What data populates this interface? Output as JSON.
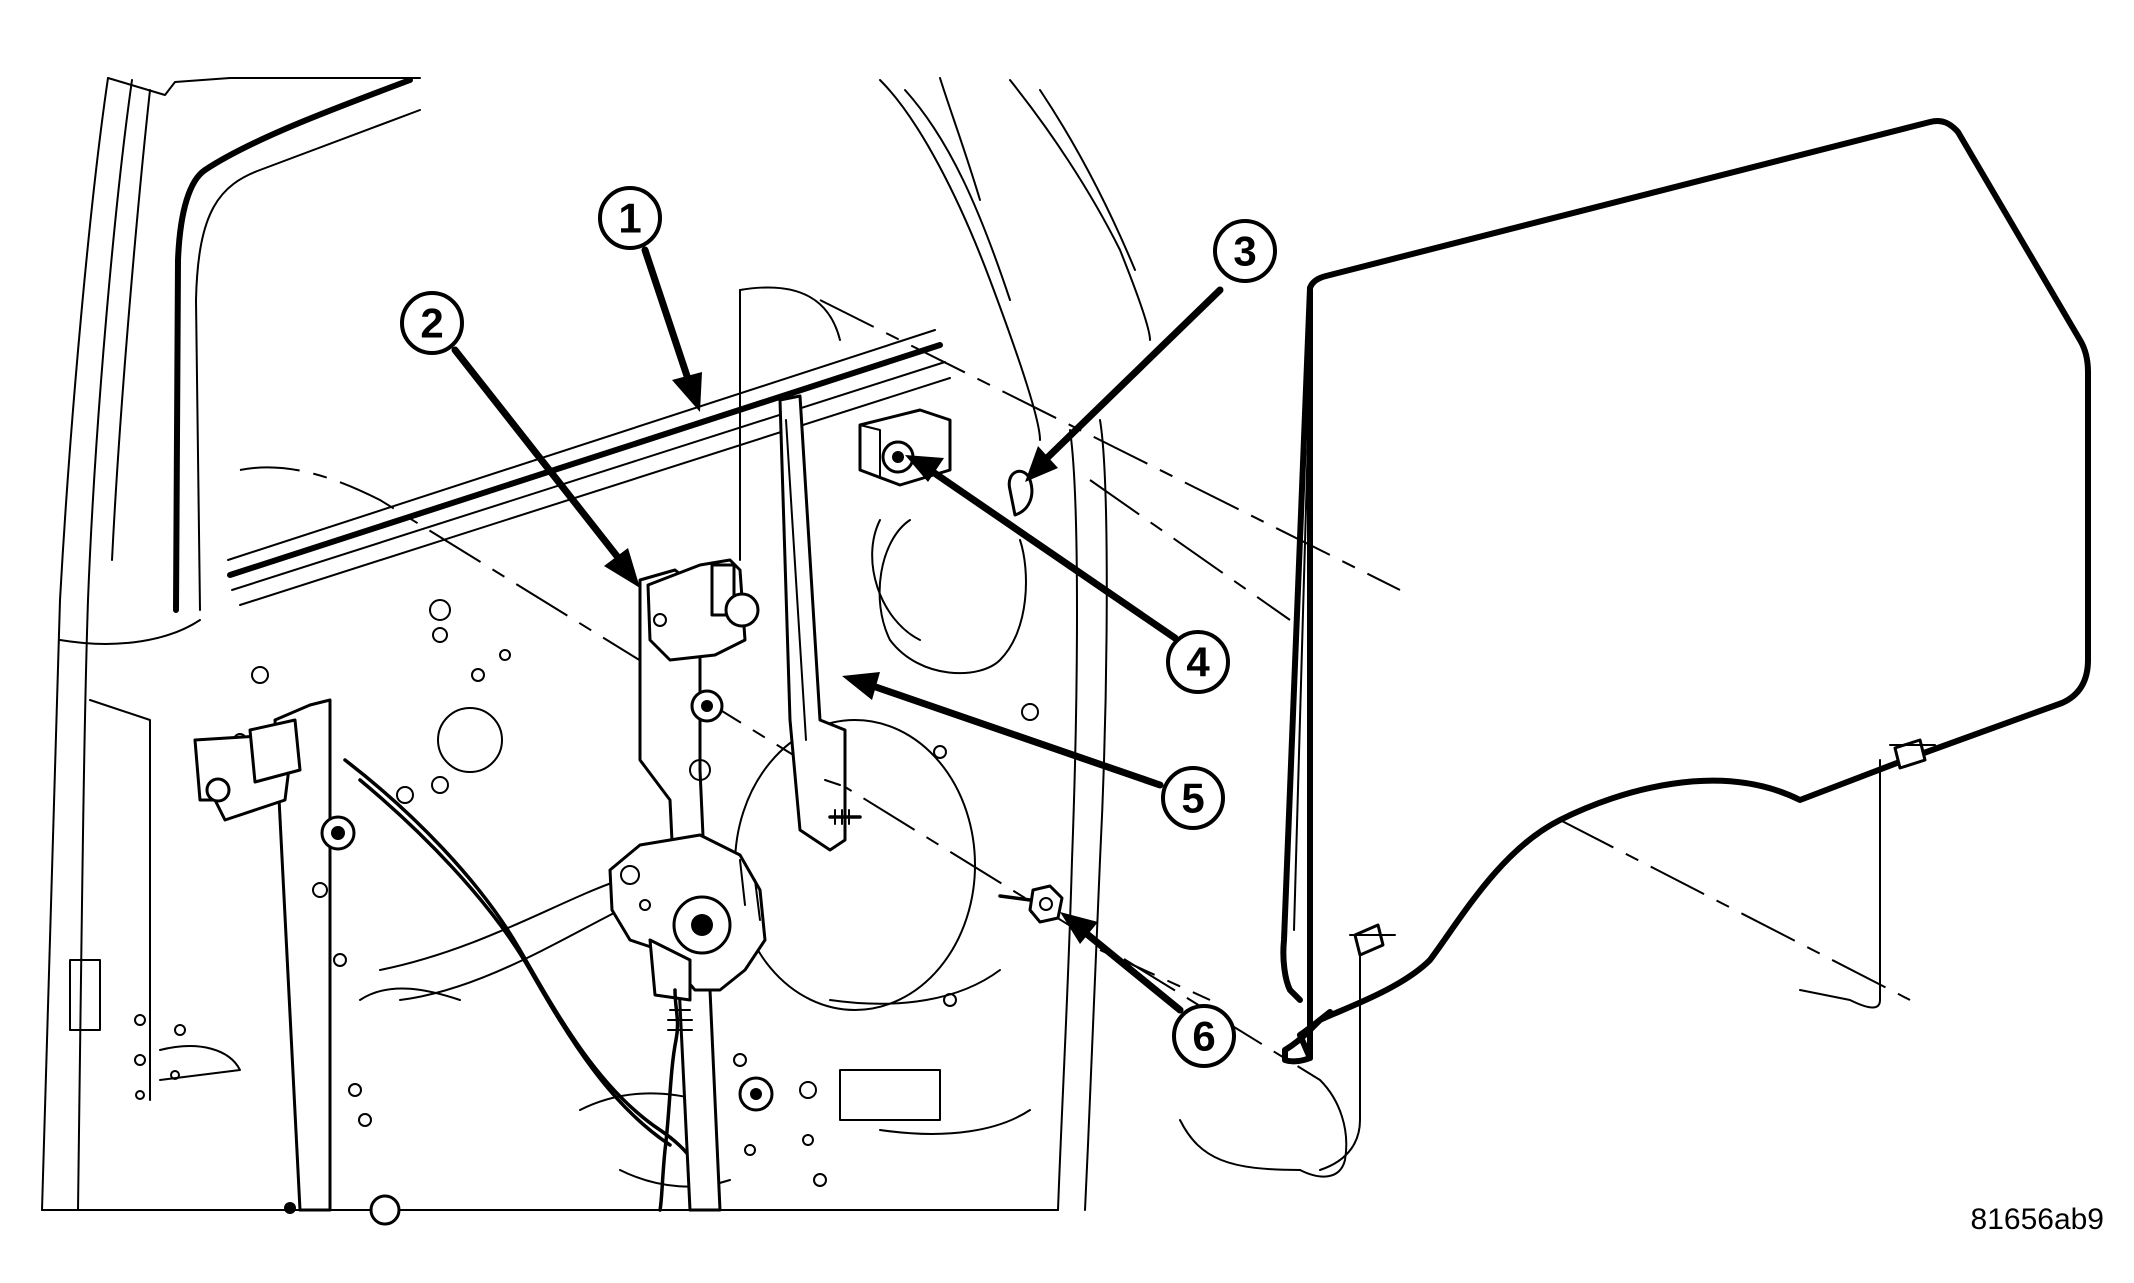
{
  "callouts": [
    {
      "id": "1",
      "label": "1"
    },
    {
      "id": "2",
      "label": "2"
    },
    {
      "id": "3",
      "label": "3"
    },
    {
      "id": "4",
      "label": "4"
    },
    {
      "id": "5",
      "label": "5"
    },
    {
      "id": "6",
      "label": "6"
    }
  ],
  "reference_code": "81656ab9",
  "colors": {
    "ink": "#000000",
    "background": "#ffffff"
  }
}
